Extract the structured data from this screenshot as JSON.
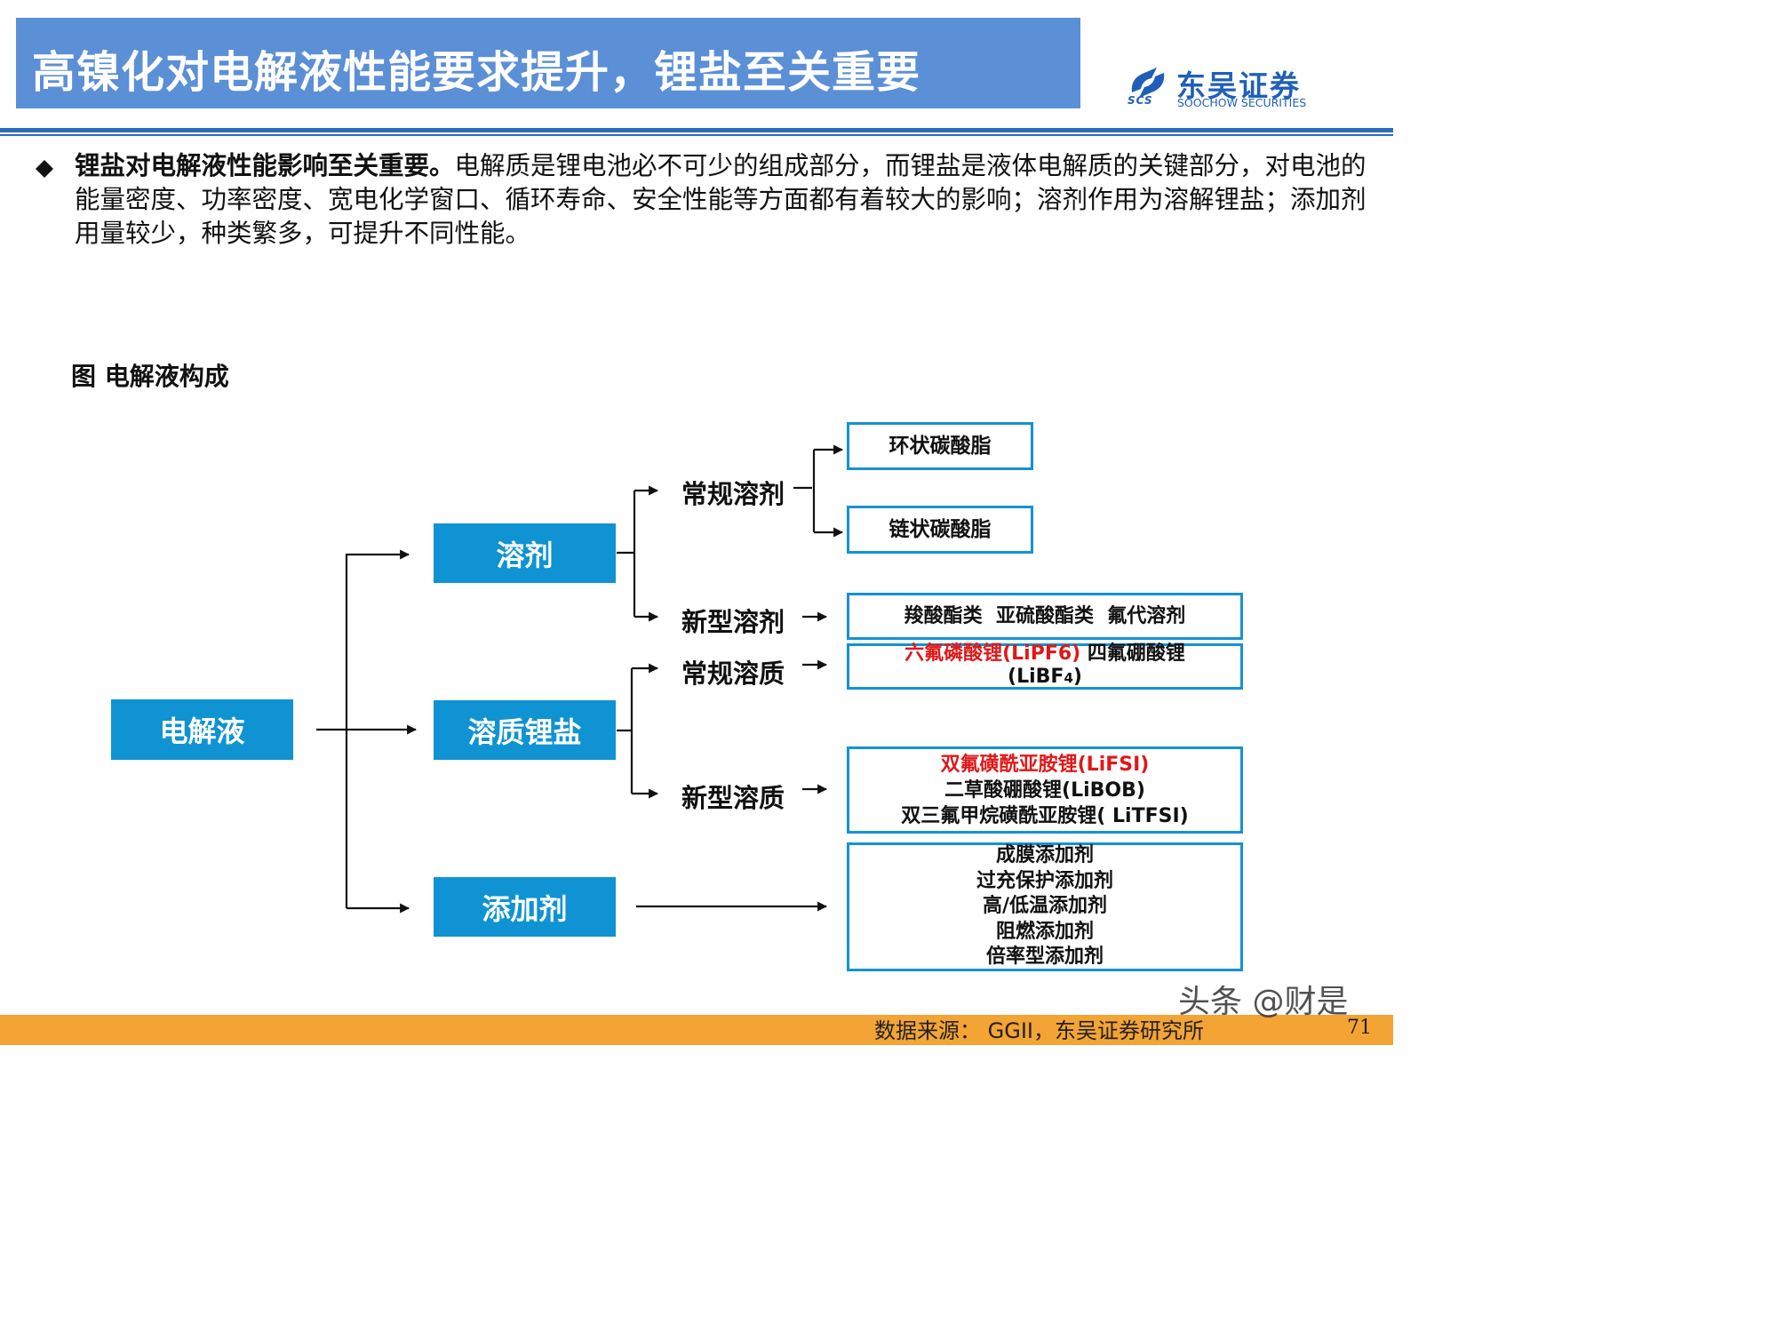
{
  "header": {
    "title": "高镍化对电解液性能要求提升，锂盐至关重要",
    "logo_cn": "东吴证券",
    "logo_en": "SOOCHOW SECURITIES",
    "logo_abbr": "SCS"
  },
  "bullet": {
    "bold_text": "锂盐对电解液性能影响至关重要。",
    "text": "电解质是锂电池必不可少的组成部分，而锂盐是液体电解质的关键部分，对电池的能量密度、功率密度、宽电化学窗口、循环寿命、安全性能等方面都有着较大的影响；溶剂作用为溶解锂盐；添加剂用量较少，种类繁多，可提升不同性能。"
  },
  "figure": {
    "caption": "图  电解液构成",
    "root": "电解液",
    "level1": {
      "solvent": "溶剂",
      "solute": "溶质锂盐",
      "additive": "添加剂"
    },
    "level2": {
      "regular_solvent": "常规溶剂",
      "new_solvent": "新型溶剂",
      "regular_solute": "常规溶质",
      "new_solute": "新型溶质"
    },
    "leaves": {
      "cyclic_carbonate": "环状碳酸脂",
      "chain_carbonate": "链状碳酸脂",
      "new_solvent_items": "羧酸酯类  亚硫酸酯类  氟代溶剂",
      "regular_solute_red": "六氟磷酸锂(LiPF6)",
      "regular_solute_black": "四氟硼酸锂",
      "regular_solute_line2": "(LiBF",
      "regular_solute_sub": "4",
      "regular_solute_close": ")",
      "new_solute_line1": "双氟磺酰亚胺锂(LiFSI)",
      "new_solute_line2": "二草酸硼酸锂(LiBOB)",
      "new_solute_line3": "双三氟甲烷磺酰亚胺锂( LiTFSI)",
      "additives": [
        "成膜添加剂",
        "过充保护添加剂",
        "高/低温添加剂",
        "阻燃添加剂",
        "倍率型添加剂"
      ]
    }
  },
  "footer": {
    "source": "数据来源： GGII，东吴证券研究所",
    "page": "71",
    "watermark": "头条 @财是"
  },
  "colors": {
    "title_bar": "#5b8fd6",
    "node_fill": "#0f93d2",
    "box_border": "#1492d4",
    "highlight": "#e01818",
    "footer_bar": "#f4a335",
    "brand_blue": "#1f5fb7"
  }
}
